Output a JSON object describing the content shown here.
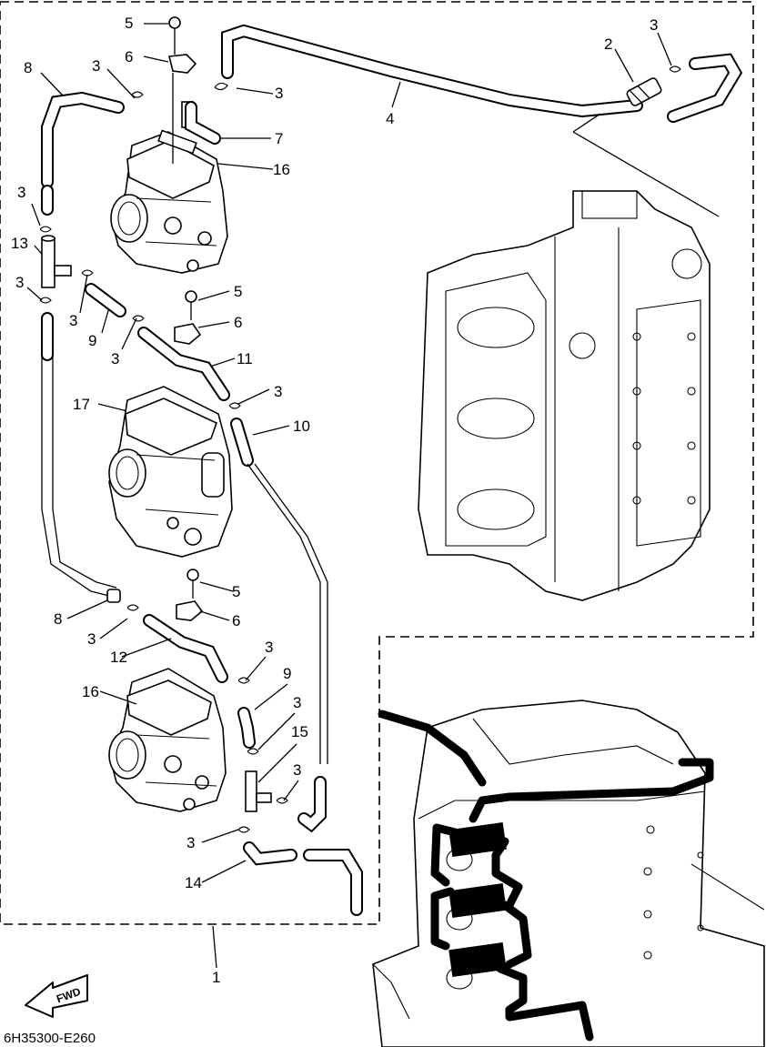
{
  "callouts": {
    "c1": "1",
    "c2": "2",
    "c3": "3",
    "c4": "4",
    "c5": "5",
    "c6": "6",
    "c7": "7",
    "c8": "8",
    "c9": "9",
    "c10": "10",
    "c11": "11",
    "c12": "12",
    "c13": "13",
    "c14": "14",
    "c15": "15",
    "c16": "16",
    "c17": "17"
  },
  "direction_arrow": "FWD",
  "diagram_code": "6H35300-E260",
  "icons": {
    "arrow": "fwd-arrow-icon"
  }
}
